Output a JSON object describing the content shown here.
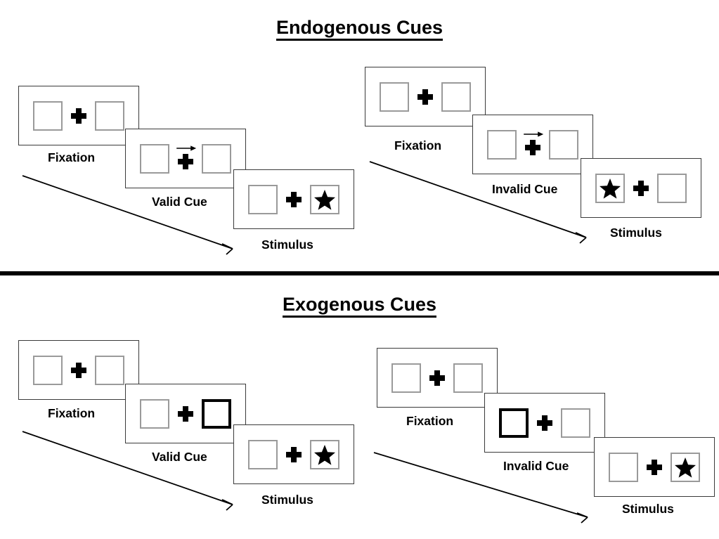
{
  "figure": {
    "sections": [
      {
        "id": "endogenous",
        "title": "Endogenous Cues",
        "sequences": [
          {
            "id": "endogenous-valid",
            "condition": "Valid Cue",
            "panels": [
              {
                "stage": "Fixation",
                "label": "Fixation",
                "left_box": "empty",
                "right_box": "empty",
                "center": "plus",
                "cue": "none"
              },
              {
                "stage": "Cue",
                "label": "Valid Cue",
                "left_box": "empty",
                "right_box": "empty",
                "center": "plus-arrow",
                "cue": "arrow-right"
              },
              {
                "stage": "Stimulus",
                "label": "Stimulus",
                "left_box": "empty",
                "right_box": "star",
                "center": "plus",
                "cue": "none"
              }
            ]
          },
          {
            "id": "endogenous-invalid",
            "condition": "Invalid Cue",
            "panels": [
              {
                "stage": "Fixation",
                "label": "Fixation",
                "left_box": "empty",
                "right_box": "empty",
                "center": "plus",
                "cue": "none"
              },
              {
                "stage": "Cue",
                "label": "Invalid Cue",
                "left_box": "empty",
                "right_box": "empty",
                "center": "plus-arrow",
                "cue": "arrow-right"
              },
              {
                "stage": "Stimulus",
                "label": "Stimulus",
                "left_box": "star",
                "right_box": "empty",
                "center": "plus",
                "cue": "none"
              }
            ]
          }
        ]
      },
      {
        "id": "exogenous",
        "title": "Exogenous Cues",
        "sequences": [
          {
            "id": "exogenous-valid",
            "condition": "Valid Cue",
            "panels": [
              {
                "stage": "Fixation",
                "label": "Fixation",
                "left_box": "empty",
                "right_box": "empty",
                "center": "plus",
                "cue": "none"
              },
              {
                "stage": "Cue",
                "label": "Valid Cue",
                "left_box": "empty",
                "right_box": "cued",
                "center": "plus",
                "cue": "flash-right"
              },
              {
                "stage": "Stimulus",
                "label": "Stimulus",
                "left_box": "empty",
                "right_box": "star",
                "center": "plus",
                "cue": "none"
              }
            ]
          },
          {
            "id": "exogenous-invalid",
            "condition": "Invalid Cue",
            "panels": [
              {
                "stage": "Fixation",
                "label": "Fixation",
                "left_box": "empty",
                "right_box": "empty",
                "center": "plus",
                "cue": "none"
              },
              {
                "stage": "Cue",
                "label": "Invalid Cue",
                "left_box": "cued",
                "right_box": "empty",
                "center": "plus",
                "cue": "flash-left"
              },
              {
                "stage": "Stimulus",
                "label": "Stimulus",
                "left_box": "empty",
                "right_box": "star",
                "center": "plus",
                "cue": "none"
              }
            ]
          }
        ]
      }
    ],
    "colors": {
      "frame_stroke": "#3a3a3a",
      "box_stroke": "#9a9a9a",
      "cue_stroke": "#000000",
      "star_fill": "#000000",
      "divider": "#000000",
      "text": "#000000"
    },
    "icons": {
      "fixation_cross": "plus-icon",
      "arrow_cue": "arrow-right-icon",
      "target": "star-icon",
      "time_flow": "diagonal-arrow-icon"
    }
  }
}
